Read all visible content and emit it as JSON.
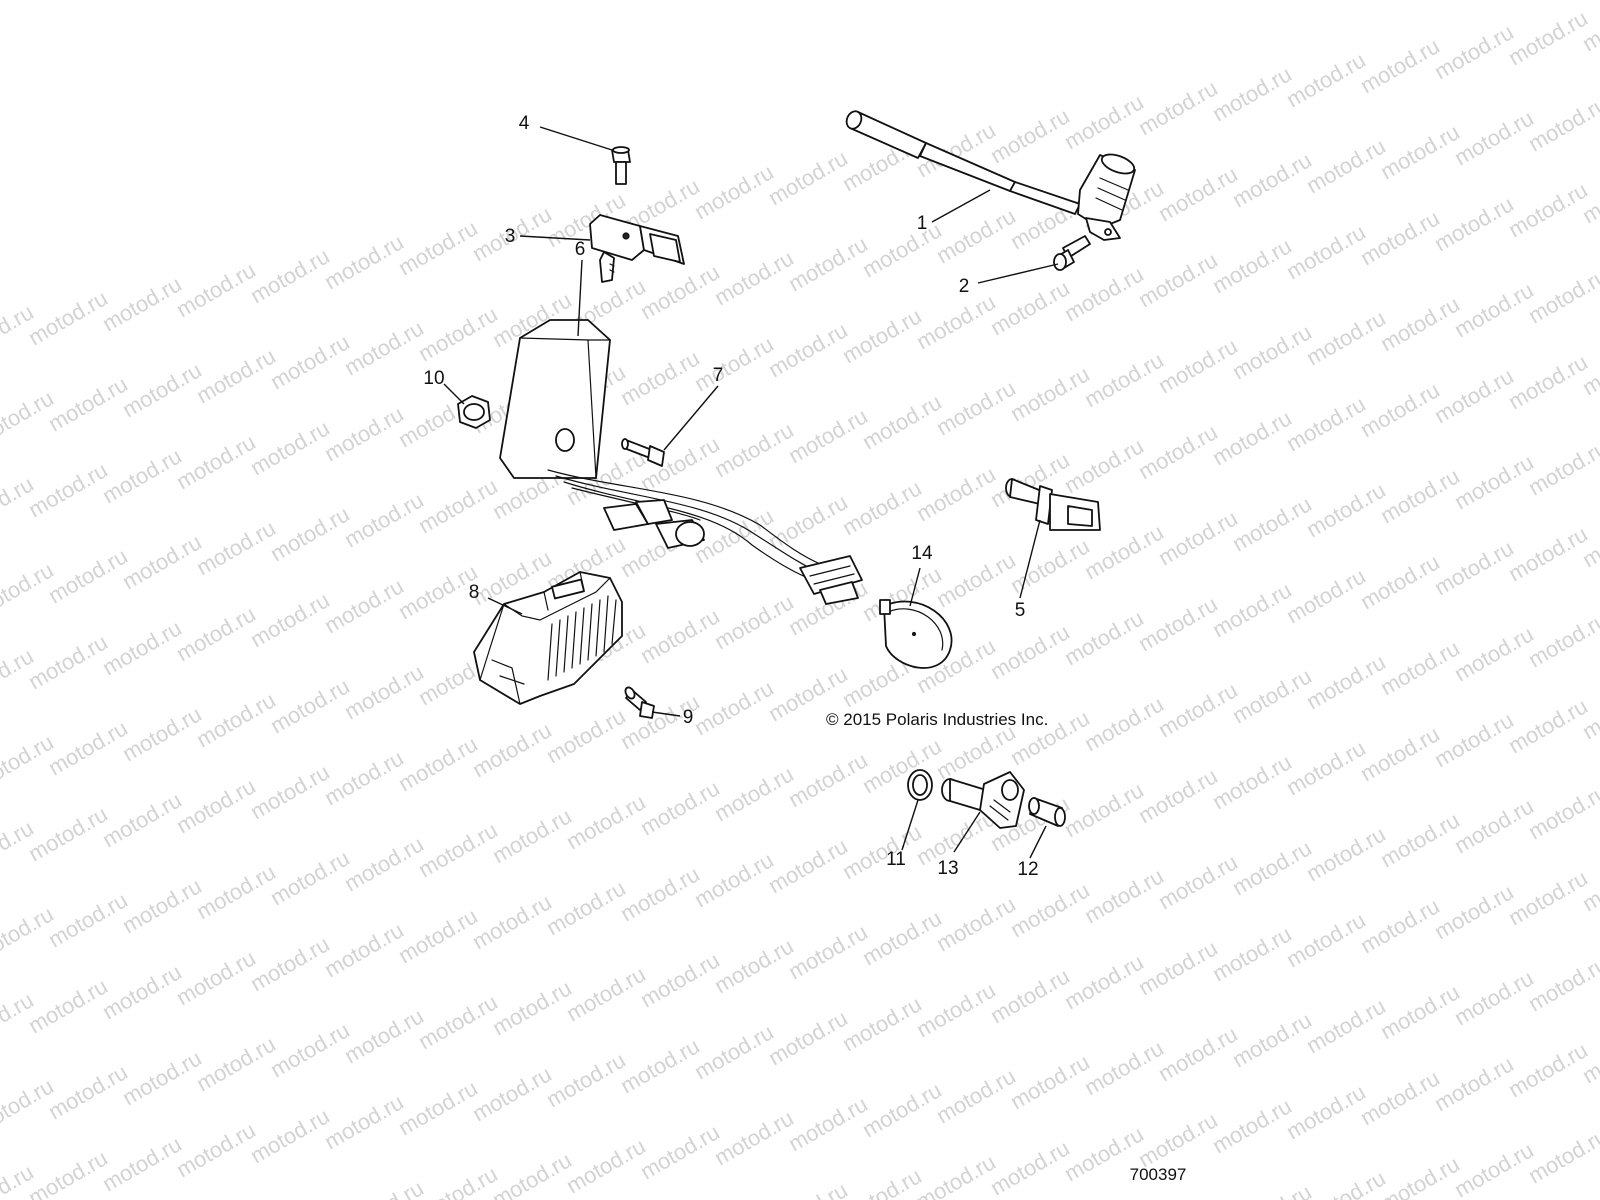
{
  "watermark": {
    "text": "motod.ru",
    "color": "#d3d3d3"
  },
  "callouts": {
    "c1": "1",
    "c2": "2",
    "c3": "3",
    "c4": "4",
    "c5": "5",
    "c6": "6",
    "c7": "7",
    "c8": "8",
    "c9": "9",
    "c10": "10",
    "c11": "11",
    "c12": "12",
    "c13": "13",
    "c14": "14"
  },
  "copyright": "© 2015 Polaris Industries Inc.",
  "drawing_number": "700397"
}
